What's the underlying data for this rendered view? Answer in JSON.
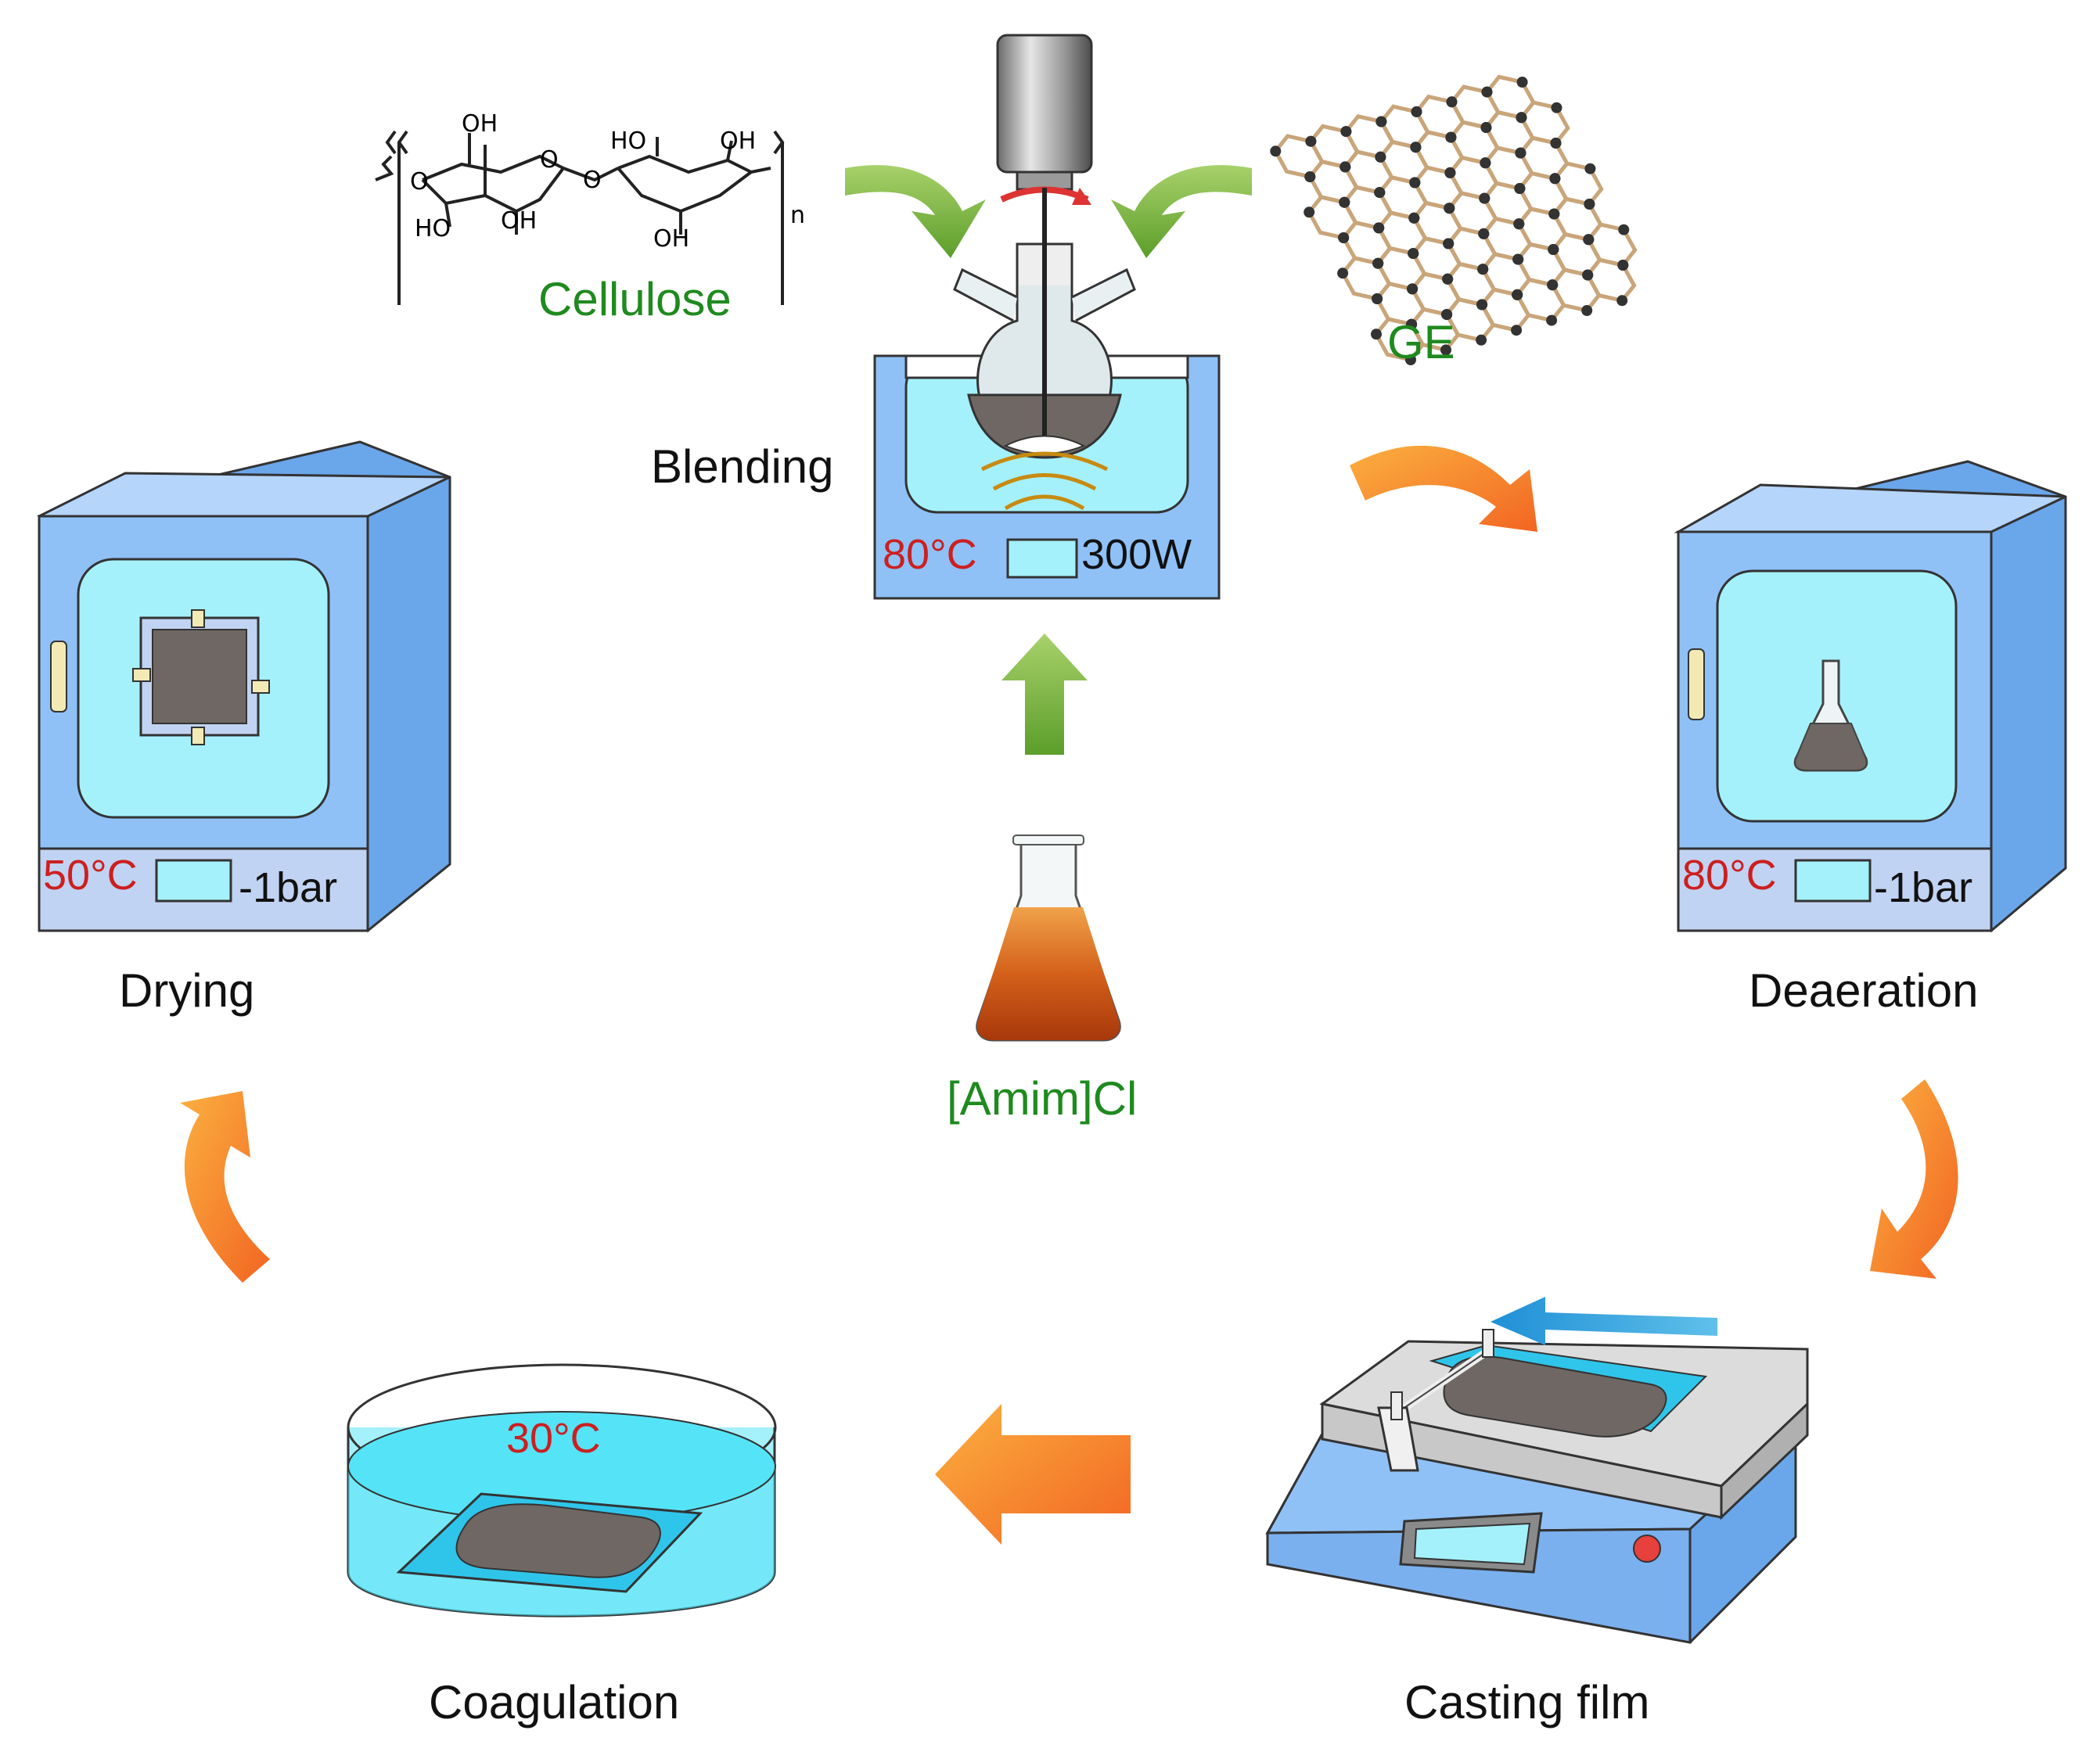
{
  "labels": {
    "cellulose": "Cellulose",
    "ge": "GE",
    "blending": "Blending",
    "amimcl": "[Amim]Cl",
    "drying": "Drying",
    "deaeration": "Deaeration",
    "coagulation": "Coagulation",
    "casting_film": "Casting film"
  },
  "blending_panel": {
    "temperature": "80°C",
    "power": "300W"
  },
  "drying_panel": {
    "temperature": "50°C",
    "pressure": "-1bar"
  },
  "deaeration_panel": {
    "temperature": "80°C",
    "pressure": "-1bar"
  },
  "coagulation_panel": {
    "temperature": "30°C"
  },
  "cellulose_structure": {
    "groups": [
      "OH",
      "HO",
      "OH",
      "O",
      "O",
      "O",
      "HO",
      "OH",
      "OH",
      "n"
    ]
  },
  "colors": {
    "label_green": "#1f8a1f",
    "temperature_red": "#cc1f1f",
    "arrow_orange": "#f7931e",
    "arrow_green": "#7ab32e",
    "oven_blue": "#8fc1f7",
    "water_cyan": "#5be3f7",
    "sample_brown": "#6f6763"
  },
  "icons": [
    "green-arrow-icon",
    "orange-arrow-icon",
    "blue-arrow-icon",
    "stirrer-motor-icon",
    "flask-icon",
    "graphene-lattice-icon",
    "vacuum-oven-icon",
    "petri-dish-icon",
    "film-applicator-icon"
  ]
}
